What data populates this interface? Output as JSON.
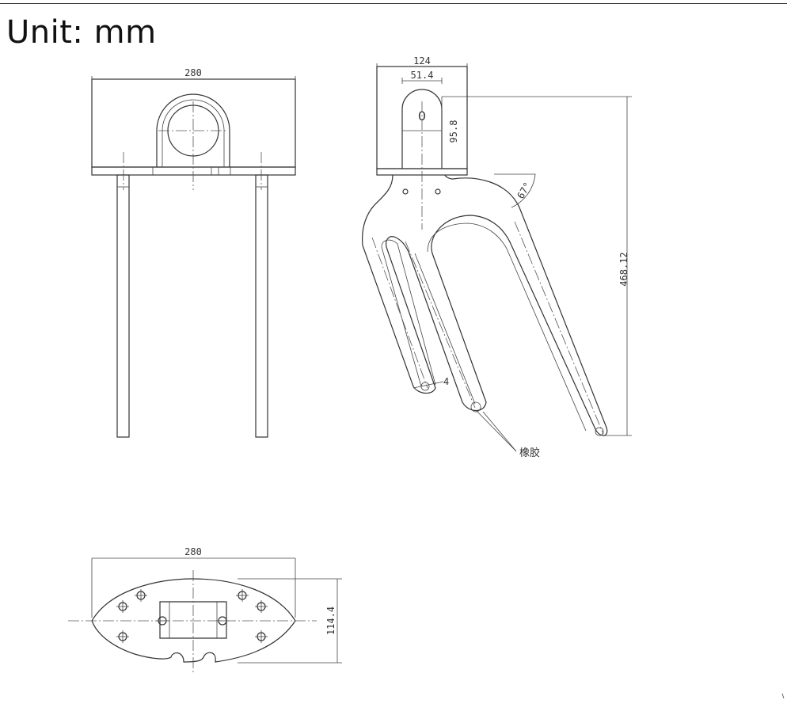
{
  "title": "Unit: mm",
  "front_view": {
    "width_dim": "280"
  },
  "side_view": {
    "width_dim": "124",
    "inner_width_dim": "51.4",
    "height_dim": "95.8",
    "angle_dim": "67°",
    "total_height_dim": "468.12",
    "small_dim": "4",
    "hole_label": "0",
    "rubber_label": "橡胶"
  },
  "base_view": {
    "width_dim": "280",
    "height_dim": "114.4"
  }
}
